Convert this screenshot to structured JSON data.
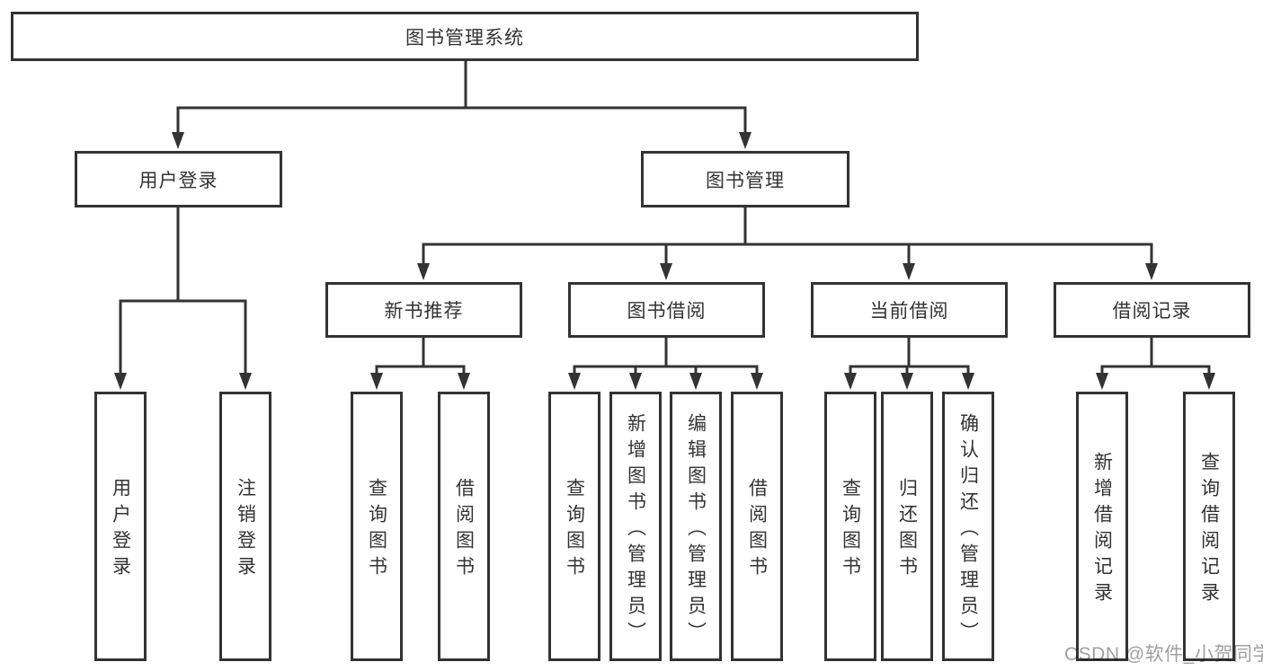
{
  "diagram_title": "图书管理系统",
  "tree": {
    "label": "图书管理系统",
    "children": [
      {
        "label": "用户登录",
        "children": [
          {
            "label": "用户登录"
          },
          {
            "label": "注销登录"
          }
        ]
      },
      {
        "label": "图书管理",
        "children": [
          {
            "label": "新书推荐",
            "children": [
              {
                "label": "查询图书"
              },
              {
                "label": "借阅图书"
              }
            ]
          },
          {
            "label": "图书借阅",
            "children": [
              {
                "label": "查询图书"
              },
              {
                "label": "新增图书（管理员）"
              },
              {
                "label": "编辑图书（管理员）"
              },
              {
                "label": "借阅图书"
              }
            ]
          },
          {
            "label": "当前借阅",
            "children": [
              {
                "label": "查询图书"
              },
              {
                "label": "归还图书"
              },
              {
                "label": "确认归还（管理员）"
              }
            ]
          },
          {
            "label": "借阅记录",
            "children": [
              {
                "label": "新增借阅记录"
              },
              {
                "label": "查询借阅记录"
              }
            ]
          }
        ]
      }
    ]
  },
  "watermark": "CSDN @软件_小贺同学",
  "colors": {
    "line": "#333333",
    "box_border": "#333333",
    "text": "#333333",
    "background": "#ffffff",
    "watermark": "#a0a0a0"
  }
}
